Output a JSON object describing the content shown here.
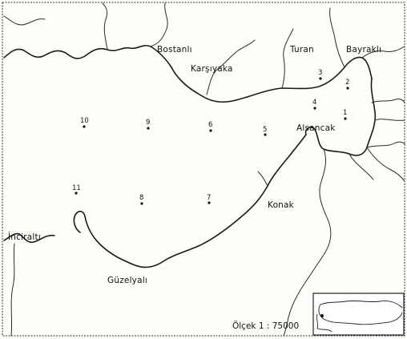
{
  "places": {
    "bostanli": "Bostanlı",
    "karsiyaka": "Karşıyaka",
    "turan": "Turan",
    "bayrakli": "Bayraklı",
    "alsancak": "Alsancak",
    "konak": "Konak",
    "inciralti": "İnciraltı",
    "guzelyali": "Güzelyalı"
  },
  "stations": [
    "1",
    "2",
    "3",
    "4",
    "5",
    "6",
    "7",
    "8",
    "9",
    "10",
    "11"
  ],
  "scale_label": "Ölçek  1 : 75000"
}
